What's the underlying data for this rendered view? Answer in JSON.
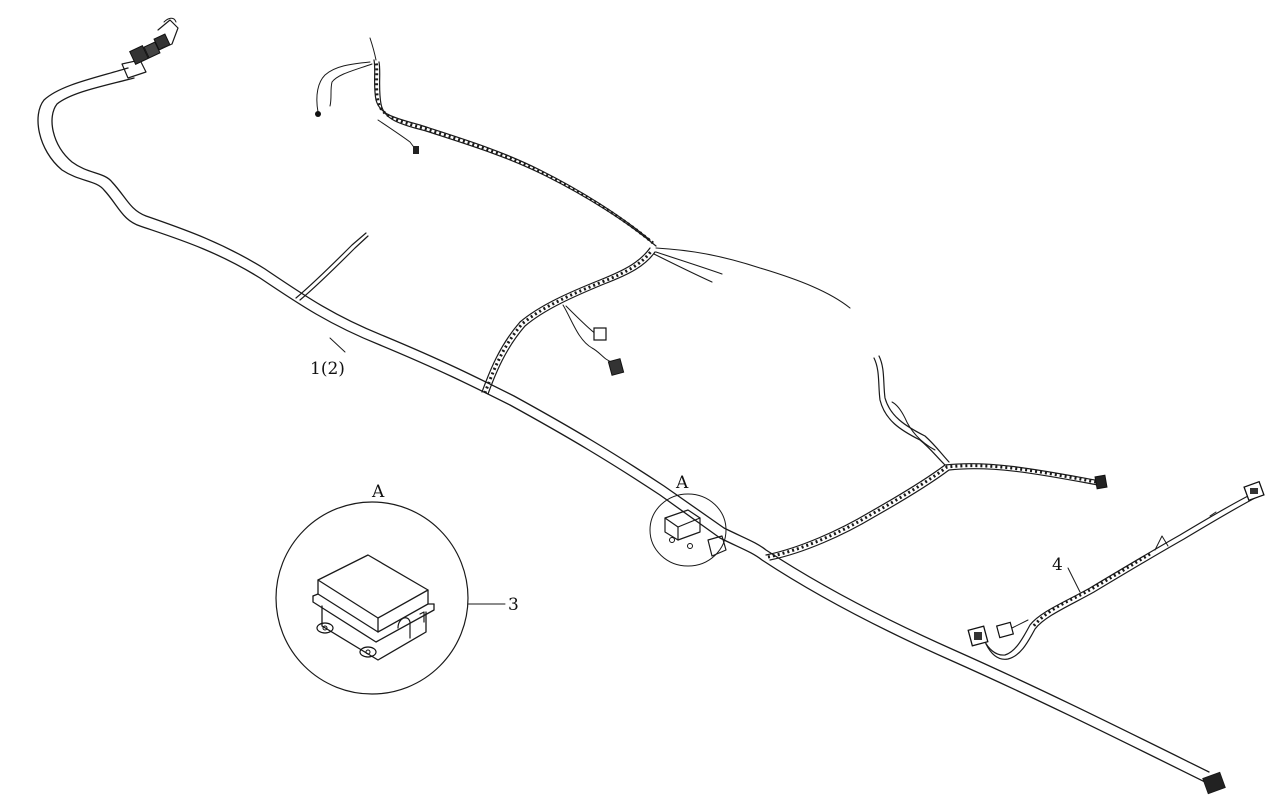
{
  "labels": {
    "harness_main": "1(2)",
    "detail_callout": "A",
    "detail_title": "A",
    "relay_box": "3",
    "harness_sub": "4"
  },
  "colors": {
    "line": "#1a1a1a",
    "background": "#ffffff"
  }
}
